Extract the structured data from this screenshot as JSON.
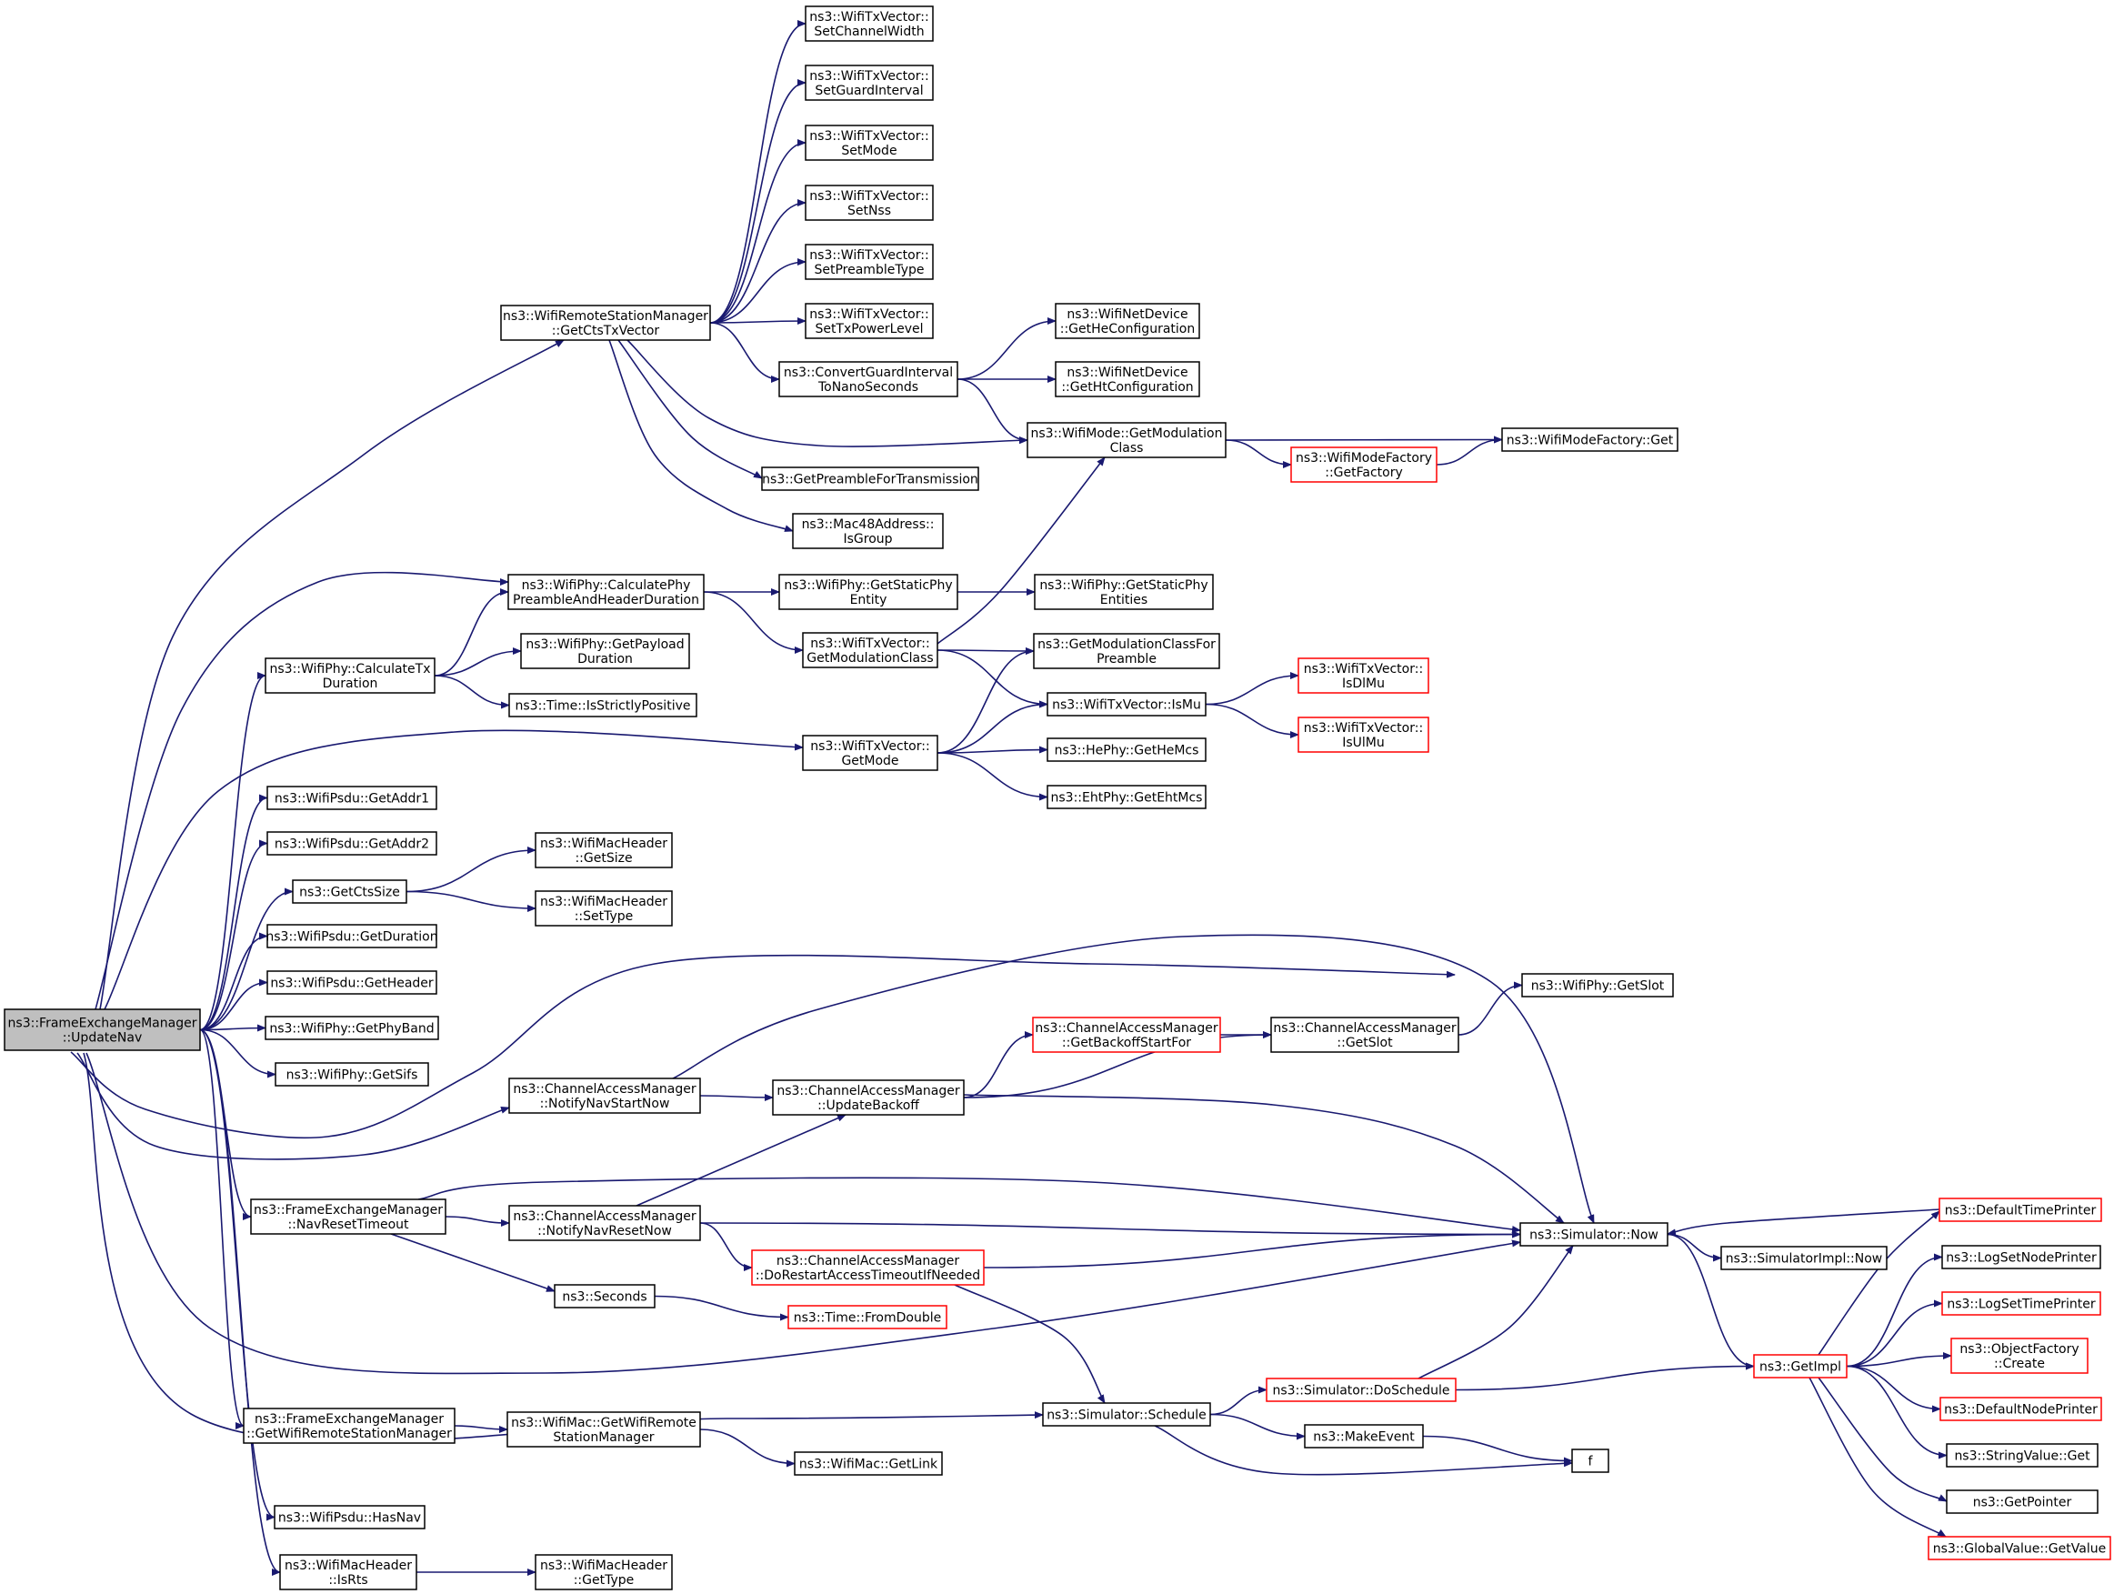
{
  "colors": {
    "edge": "#191970",
    "node_border": "#000000",
    "node_border_truncated": "#ff0000",
    "node_fill": "#ffffff",
    "root_fill": "#bfbfbf"
  },
  "nodes": {
    "root": {
      "lines": [
        "ns3::FrameExchangeManager",
        "::UpdateNav"
      ],
      "root": true
    },
    "setChannelWidth": {
      "lines": [
        "ns3::WifiTxVector::",
        "SetChannelWidth"
      ]
    },
    "setGuardInterval": {
      "lines": [
        "ns3::WifiTxVector::",
        "SetGuardInterval"
      ]
    },
    "setMode": {
      "lines": [
        "ns3::WifiTxVector::",
        "SetMode"
      ]
    },
    "setNss": {
      "lines": [
        "ns3::WifiTxVector::",
        "SetNss"
      ]
    },
    "setPreambleType": {
      "lines": [
        "ns3::WifiTxVector::",
        "SetPreambleType"
      ]
    },
    "setTxPowerLevel": {
      "lines": [
        "ns3::WifiTxVector::",
        "SetTxPowerLevel"
      ]
    },
    "getCtsTxVector": {
      "lines": [
        "ns3::WifiRemoteStationManager",
        "::GetCtsTxVector"
      ]
    },
    "getHeConfiguration": {
      "lines": [
        "ns3::WifiNetDevice",
        "::GetHeConfiguration"
      ]
    },
    "convertGuardInterval": {
      "lines": [
        "ns3::ConvertGuardInterval",
        "ToNanoSeconds"
      ]
    },
    "getHtConfiguration": {
      "lines": [
        "ns3::WifiNetDevice",
        "::GetHtConfiguration"
      ]
    },
    "modeGetModulationClass": {
      "lines": [
        "ns3::WifiMode::GetModulation",
        "Class"
      ]
    },
    "modeFactoryGet": {
      "lines": [
        "ns3::WifiModeFactory::Get"
      ]
    },
    "modeFactoryGetFactory": {
      "lines": [
        "ns3::WifiModeFactory",
        "::GetFactory"
      ],
      "truncated": true
    },
    "getPreambleForTransmission": {
      "lines": [
        "ns3::GetPreambleForTransmission"
      ]
    },
    "macIsGroup": {
      "lines": [
        "ns3::Mac48Address::",
        "IsGroup"
      ]
    },
    "calcPhyPreamble": {
      "lines": [
        "ns3::WifiPhy::CalculatePhy",
        "PreambleAndHeaderDuration"
      ]
    },
    "getStaticPhyEntity": {
      "lines": [
        "ns3::WifiPhy::GetStaticPhy",
        "Entity"
      ]
    },
    "getStaticPhyEntities": {
      "lines": [
        "ns3::WifiPhy::GetStaticPhy",
        "Entities"
      ]
    },
    "calcTxDuration": {
      "lines": [
        "ns3::WifiPhy::CalculateTx",
        "Duration"
      ]
    },
    "getPayloadDuration": {
      "lines": [
        "ns3::WifiPhy::GetPayload",
        "Duration"
      ]
    },
    "txvGetModulationClass": {
      "lines": [
        "ns3::WifiTxVector::",
        "GetModulationClass"
      ]
    },
    "getModClassForPreamble": {
      "lines": [
        "ns3::GetModulationClassFor",
        "Preamble"
      ]
    },
    "isStrictlyPositive": {
      "lines": [
        "ns3::Time::IsStrictlyPositive"
      ]
    },
    "isMu": {
      "lines": [
        "ns3::WifiTxVector::IsMu"
      ]
    },
    "isDlMu": {
      "lines": [
        "ns3::WifiTxVector::",
        "IsDlMu"
      ],
      "truncated": true
    },
    "isUlMu": {
      "lines": [
        "ns3::WifiTxVector::",
        "IsUlMu"
      ],
      "truncated": true
    },
    "txvGetMode": {
      "lines": [
        "ns3::WifiTxVector::",
        "GetMode"
      ]
    },
    "getHeMcs": {
      "lines": [
        "ns3::HePhy::GetHeMcs"
      ]
    },
    "getEhtMcs": {
      "lines": [
        "ns3::EhtPhy::GetEhtMcs"
      ]
    },
    "getAddr1": {
      "lines": [
        "ns3::WifiPsdu::GetAddr1"
      ]
    },
    "getAddr2": {
      "lines": [
        "ns3::WifiPsdu::GetAddr2"
      ]
    },
    "macHeaderGetSize": {
      "lines": [
        "ns3::WifiMacHeader",
        "::GetSize"
      ]
    },
    "getCtsSize": {
      "lines": [
        "ns3::GetCtsSize"
      ]
    },
    "macHeaderSetType": {
      "lines": [
        "ns3::WifiMacHeader",
        "::SetType"
      ]
    },
    "getDuration": {
      "lines": [
        "ns3::WifiPsdu::GetDuration"
      ]
    },
    "getHeader": {
      "lines": [
        "ns3::WifiPsdu::GetHeader"
      ]
    },
    "getPhyBand": {
      "lines": [
        "ns3::WifiPhy::GetPhyBand"
      ]
    },
    "phyGetSlot": {
      "lines": [
        "ns3::WifiPhy::GetSlot"
      ]
    },
    "getSifs": {
      "lines": [
        "ns3::WifiPhy::GetSifs"
      ]
    },
    "getBackoffStartFor": {
      "lines": [
        "ns3::ChannelAccessManager",
        "::GetBackoffStartFor"
      ],
      "truncated": true
    },
    "camGetSlot": {
      "lines": [
        "ns3::ChannelAccessManager",
        "::GetSlot"
      ]
    },
    "notifyNavStartNow": {
      "lines": [
        "ns3::ChannelAccessManager",
        "::NotifyNavStartNow"
      ]
    },
    "updateBackoff": {
      "lines": [
        "ns3::ChannelAccessManager",
        "::UpdateBackoff"
      ]
    },
    "defaultTimePrinter": {
      "lines": [
        "ns3::DefaultTimePrinter"
      ],
      "truncated": true
    },
    "navResetTimeout": {
      "lines": [
        "ns3::FrameExchangeManager",
        "::NavResetTimeout"
      ]
    },
    "notifyNavResetNow": {
      "lines": [
        "ns3::ChannelAccessManager",
        "::NotifyNavResetNow"
      ]
    },
    "simNow": {
      "lines": [
        "ns3::Simulator::Now"
      ]
    },
    "simImplNow": {
      "lines": [
        "ns3::SimulatorImpl::Now"
      ]
    },
    "logSetNodePrinter": {
      "lines": [
        "ns3::LogSetNodePrinter"
      ]
    },
    "doRestartAccessTimeout": {
      "lines": [
        "ns3::ChannelAccessManager",
        "::DoRestartAccessTimeoutIfNeeded"
      ],
      "truncated": true
    },
    "seconds": {
      "lines": [
        "ns3::Seconds"
      ]
    },
    "logSetTimePrinter": {
      "lines": [
        "ns3::LogSetTimePrinter"
      ],
      "truncated": true
    },
    "fromDouble": {
      "lines": [
        "ns3::Time::FromDouble"
      ],
      "truncated": true
    },
    "objectFactoryCreate": {
      "lines": [
        "ns3::ObjectFactory",
        "::Create"
      ],
      "truncated": true
    },
    "getImpl": {
      "lines": [
        "ns3::GetImpl"
      ],
      "truncated": true
    },
    "doSchedule": {
      "lines": [
        "ns3::Simulator::DoSchedule"
      ],
      "truncated": true
    },
    "defaultNodePrinter": {
      "lines": [
        "ns3::DefaultNodePrinter"
      ],
      "truncated": true
    },
    "schedule": {
      "lines": [
        "ns3::Simulator::Schedule"
      ]
    },
    "makeEvent": {
      "lines": [
        "ns3::MakeEvent"
      ]
    },
    "stringValueGet": {
      "lines": [
        "ns3::StringValue::Get"
      ]
    },
    "getWifiRemoteStationManager": {
      "lines": [
        "ns3::FrameExchangeManager",
        "::GetWifiRemoteStationManager"
      ]
    },
    "macGetWifiRemoteStationManager": {
      "lines": [
        "ns3::WifiMac::GetWifiRemote",
        "StationManager"
      ]
    },
    "getLink": {
      "lines": [
        "ns3::WifiMac::GetLink"
      ]
    },
    "f": {
      "lines": [
        "f"
      ]
    },
    "getPointer": {
      "lines": [
        "ns3::GetPointer"
      ]
    },
    "hasNav": {
      "lines": [
        "ns3::WifiPsdu::HasNav"
      ]
    },
    "globalValueGetValue": {
      "lines": [
        "ns3::GlobalValue::GetValue"
      ],
      "truncated": true
    },
    "isRts": {
      "lines": [
        "ns3::WifiMacHeader",
        "::IsRts"
      ]
    },
    "macHeaderGetType": {
      "lines": [
        "ns3::WifiMacHeader",
        "::GetType"
      ]
    }
  },
  "edges": [
    [
      "root",
      "getCtsTxVector"
    ],
    [
      "root",
      "calcPhyPreamble"
    ],
    [
      "root",
      "calcTxDuration"
    ],
    [
      "root",
      "txvGetMode"
    ],
    [
      "root",
      "getAddr1"
    ],
    [
      "root",
      "getAddr2"
    ],
    [
      "root",
      "getCtsSize"
    ],
    [
      "root",
      "getDuration"
    ],
    [
      "root",
      "getHeader"
    ],
    [
      "root",
      "getPhyBand"
    ],
    [
      "root",
      "getSifs"
    ],
    [
      "root",
      "phyGetSlot"
    ],
    [
      "root",
      "notifyNavStartNow"
    ],
    [
      "root",
      "navResetTimeout"
    ],
    [
      "root",
      "simNow"
    ],
    [
      "root",
      "schedule"
    ],
    [
      "root",
      "getWifiRemoteStationManager"
    ],
    [
      "root",
      "hasNav"
    ],
    [
      "root",
      "isRts"
    ],
    [
      "getCtsTxVector",
      "setChannelWidth"
    ],
    [
      "getCtsTxVector",
      "setGuardInterval"
    ],
    [
      "getCtsTxVector",
      "setMode"
    ],
    [
      "getCtsTxVector",
      "setNss"
    ],
    [
      "getCtsTxVector",
      "setPreambleType"
    ],
    [
      "getCtsTxVector",
      "setTxPowerLevel"
    ],
    [
      "getCtsTxVector",
      "convertGuardInterval"
    ],
    [
      "getCtsTxVector",
      "modeGetModulationClass"
    ],
    [
      "getCtsTxVector",
      "getPreambleForTransmission"
    ],
    [
      "getCtsTxVector",
      "macIsGroup"
    ],
    [
      "convertGuardInterval",
      "getHeConfiguration"
    ],
    [
      "convertGuardInterval",
      "getHtConfiguration"
    ],
    [
      "convertGuardInterval",
      "modeGetModulationClass"
    ],
    [
      "modeGetModulationClass",
      "modeFactoryGet"
    ],
    [
      "modeGetModulationClass",
      "modeFactoryGetFactory"
    ],
    [
      "modeFactoryGetFactory",
      "modeFactoryGet"
    ],
    [
      "calcPhyPreamble",
      "getStaticPhyEntity"
    ],
    [
      "calcPhyPreamble",
      "txvGetModulationClass"
    ],
    [
      "getStaticPhyEntity",
      "getStaticPhyEntities"
    ],
    [
      "calcTxDuration",
      "calcPhyPreamble"
    ],
    [
      "calcTxDuration",
      "getPayloadDuration"
    ],
    [
      "calcTxDuration",
      "isStrictlyPositive"
    ],
    [
      "txvGetModulationClass",
      "modeGetModulationClass"
    ],
    [
      "txvGetModulationClass",
      "getModClassForPreamble"
    ],
    [
      "txvGetModulationClass",
      "isMu"
    ],
    [
      "txvGetMode",
      "getModClassForPreamble"
    ],
    [
      "txvGetMode",
      "isMu"
    ],
    [
      "txvGetMode",
      "getHeMcs"
    ],
    [
      "txvGetMode",
      "getEhtMcs"
    ],
    [
      "isMu",
      "isDlMu"
    ],
    [
      "isMu",
      "isUlMu"
    ],
    [
      "getCtsSize",
      "macHeaderGetSize"
    ],
    [
      "getCtsSize",
      "macHeaderSetType"
    ],
    [
      "notifyNavStartNow",
      "updateBackoff"
    ],
    [
      "notifyNavStartNow",
      "simNow"
    ],
    [
      "updateBackoff",
      "getBackoffStartFor"
    ],
    [
      "updateBackoff",
      "camGetSlot"
    ],
    [
      "updateBackoff",
      "simNow"
    ],
    [
      "getBackoffStartFor",
      "camGetSlot"
    ],
    [
      "camGetSlot",
      "phyGetSlot"
    ],
    [
      "navResetTimeout",
      "notifyNavResetNow"
    ],
    [
      "navResetTimeout",
      "simNow"
    ],
    [
      "navResetTimeout",
      "seconds"
    ],
    [
      "notifyNavResetNow",
      "updateBackoff"
    ],
    [
      "notifyNavResetNow",
      "simNow"
    ],
    [
      "notifyNavResetNow",
      "doRestartAccessTimeout"
    ],
    [
      "doRestartAccessTimeout",
      "simNow"
    ],
    [
      "doRestartAccessTimeout",
      "schedule"
    ],
    [
      "seconds",
      "fromDouble"
    ],
    [
      "simNow",
      "simImplNow"
    ],
    [
      "simNow",
      "getImpl"
    ],
    [
      "defaultTimePrinter",
      "simNow"
    ],
    [
      "getImpl",
      "defaultTimePrinter"
    ],
    [
      "getImpl",
      "logSetNodePrinter"
    ],
    [
      "getImpl",
      "logSetTimePrinter"
    ],
    [
      "getImpl",
      "objectFactoryCreate"
    ],
    [
      "getImpl",
      "defaultNodePrinter"
    ],
    [
      "getImpl",
      "stringValueGet"
    ],
    [
      "getImpl",
      "getPointer"
    ],
    [
      "getImpl",
      "globalValueGetValue"
    ],
    [
      "schedule",
      "doSchedule"
    ],
    [
      "schedule",
      "makeEvent"
    ],
    [
      "schedule",
      "f"
    ],
    [
      "doSchedule",
      "simNow"
    ],
    [
      "doSchedule",
      "getImpl"
    ],
    [
      "makeEvent",
      "f"
    ],
    [
      "getWifiRemoteStationManager",
      "macGetWifiRemoteStationManager"
    ],
    [
      "macGetWifiRemoteStationManager",
      "getLink"
    ],
    [
      "isRts",
      "macHeaderGetType"
    ]
  ]
}
